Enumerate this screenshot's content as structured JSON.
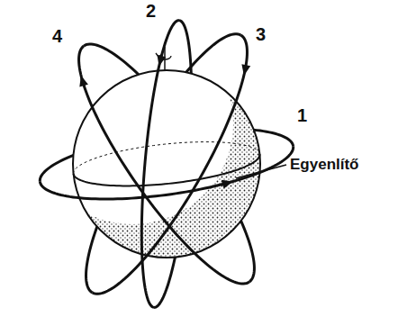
{
  "diagram": {
    "labels": [
      "2",
      "4",
      "3",
      "1",
      "Egyenlítő"
    ]
  }
}
